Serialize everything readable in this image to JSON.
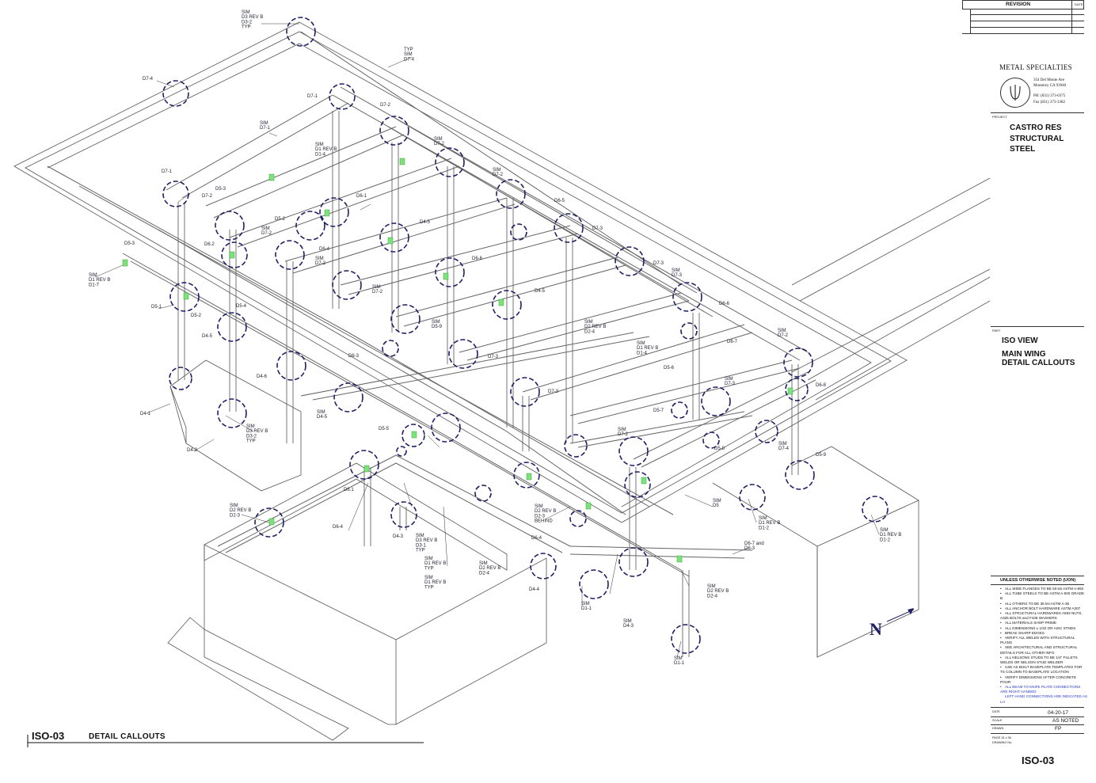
{
  "title_block": {
    "revision_header": "REVISION",
    "date_header": "DATE",
    "company_name": "METAL SPECIALTIES",
    "address_line1": "354 Del Monte Ave",
    "address_line2": "Monterey CA 93940",
    "phone": "PH: (831) 373-0375",
    "fax": "Fax (831) 373-3382",
    "project_label": "PROJECT",
    "project_lines": [
      "CASTRO RES",
      "STRUCTURAL",
      "STEEL"
    ],
    "part_label": "PART",
    "part_lines": [
      "ISO VIEW",
      "MAIN WING",
      "DETAIL CALLOUTS"
    ],
    "notes_header": "UNLESS OTHERWISE NOTED   (UON)",
    "notes": [
      "ALL WIDE FLANGES TO BE 50 ksi ASTM  A-992",
      "ALL TUBE STEELS TO BE ASTM A-500 GRADE B",
      "ALL OTHERS TO BE 36 ksi ASTM  A-36",
      "ALL ANCHOR BOLT HARDWARE ASTM A307",
      "ALL STRUCTURAL HARDWARES A563 NUTS, A325 BOLTS and F436 WASHERS",
      "ALL MATERIALS  SHOP PRIME",
      "ALL DIMENSIONS ± 1/32 OR AISC STNDS",
      "BREAK SHARP EDGES",
      "VERIFY ALL WELDS WITH STRUCTURAL PLANS",
      "SEE ARCHITECTURAL AND STRUCTURAL DETAILS FOR ALL OTHER INFO",
      "ALL NELSONS STUDS TO BE 1/4\" FILLETS WELDS OR NELSON STUD WELDER",
      "USE AS BUILT BASEPLATE TEMPLATES FOR TS COLUMN TO BASEPLATE LOCATION",
      "VERIFY DIMENSIONS AFTER CONCRETE POUR"
    ],
    "notes_blue": [
      "ALL BEAM TO KNIFE PLATE CONNECTIONS ARE RIGHT HANDED",
      "LEFT HAND CONNECTIONS ARE INDICATED AS LH"
    ],
    "date_label": "DATE",
    "date_value": "04-20-17",
    "scale_label": "SCALE",
    "scale_value": "AS NOTED",
    "drawn_label": "DRAWN",
    "drawn_value": "FP",
    "page_label": "PAGE 24 x 36",
    "drawing_no_label": "DRAWING  No.",
    "drawing_no": "ISO-03"
  },
  "view_title": {
    "sheet_id": "ISO-03",
    "name": "DETAIL CALLOUTS"
  },
  "north_arrow": {
    "letter": "N"
  },
  "callouts": [
    {
      "id": "c01",
      "lines": [
        "SIM",
        "D3 REV B",
        "D3-2",
        "TYP"
      ]
    },
    {
      "id": "c02",
      "lines": [
        "TYP",
        "SIM",
        "D7-4"
      ]
    },
    {
      "id": "c03",
      "lines": [
        "D7-4"
      ]
    },
    {
      "id": "c04",
      "lines": [
        "D7-1"
      ]
    },
    {
      "id": "c05",
      "lines": [
        "SIM",
        "D7-1"
      ]
    },
    {
      "id": "c06",
      "lines": [
        "D7-2"
      ]
    },
    {
      "id": "c07",
      "lines": [
        "SIM",
        "D7-2"
      ]
    },
    {
      "id": "c08",
      "lines": [
        "SIM",
        "D1 REV B",
        "D1-4"
      ]
    },
    {
      "id": "c09",
      "lines": [
        "D7-1"
      ]
    },
    {
      "id": "c10",
      "lines": [
        "D5-3"
      ]
    },
    {
      "id": "c11",
      "lines": [
        "D7-2"
      ]
    },
    {
      "id": "c12",
      "lines": [
        "D6-1"
      ]
    },
    {
      "id": "c13",
      "lines": [
        "SIM",
        "D7-2"
      ]
    },
    {
      "id": "c14",
      "lines": [
        "D5-2"
      ]
    },
    {
      "id": "c15",
      "lines": [
        "SIM",
        "D7-2"
      ]
    },
    {
      "id": "c16",
      "lines": [
        "D6-5"
      ]
    },
    {
      "id": "c17",
      "lines": [
        "D4-5"
      ]
    },
    {
      "id": "c18",
      "lines": [
        "D7-3"
      ]
    },
    {
      "id": "c19",
      "lines": [
        "D6.2"
      ]
    },
    {
      "id": "c20",
      "lines": [
        "D6-4"
      ]
    },
    {
      "id": "c21",
      "lines": [
        "SIM",
        "D7-2"
      ]
    },
    {
      "id": "c22",
      "lines": [
        "D6-6"
      ]
    },
    {
      "id": "c23",
      "lines": [
        "D5-3"
      ]
    },
    {
      "id": "c24",
      "lines": [
        "SIM",
        "D1 REV B",
        "D1-7"
      ]
    },
    {
      "id": "c25",
      "lines": [
        "D7-3"
      ]
    },
    {
      "id": "c26",
      "lines": [
        "SIM",
        "D7-3"
      ]
    },
    {
      "id": "c27",
      "lines": [
        "SIM",
        "D7-2"
      ]
    },
    {
      "id": "c28",
      "lines": [
        "D4-5"
      ]
    },
    {
      "id": "c29",
      "lines": [
        "D6-6"
      ]
    },
    {
      "id": "c30",
      "lines": [
        "D5-1"
      ]
    },
    {
      "id": "c31",
      "lines": [
        "D5-4"
      ]
    },
    {
      "id": "c32",
      "lines": [
        "D5-2"
      ]
    },
    {
      "id": "c33",
      "lines": [
        "SIM",
        "D5-9"
      ]
    },
    {
      "id": "c34",
      "lines": [
        "SIM",
        "D2 REV B",
        "D2-4"
      ]
    },
    {
      "id": "c35",
      "lines": [
        "SIM",
        "D1 REV B",
        "D1-4"
      ]
    },
    {
      "id": "c36",
      "lines": [
        "D6-7"
      ]
    },
    {
      "id": "c37",
      "lines": [
        "SIM",
        "D7-2"
      ]
    },
    {
      "id": "c38",
      "lines": [
        "D4-5"
      ]
    },
    {
      "id": "c39",
      "lines": [
        "D6-3"
      ]
    },
    {
      "id": "c40",
      "lines": [
        "D7-3"
      ]
    },
    {
      "id": "c41",
      "lines": [
        "D5-6"
      ]
    },
    {
      "id": "c42",
      "lines": [
        "D4-6"
      ]
    },
    {
      "id": "c43",
      "lines": [
        "D6-8"
      ]
    },
    {
      "id": "c44",
      "lines": [
        "D4-1"
      ]
    },
    {
      "id": "c45",
      "lines": [
        "SIM",
        "D4-5"
      ]
    },
    {
      "id": "c46",
      "lines": [
        "D7-3"
      ]
    },
    {
      "id": "c47",
      "lines": [
        "SIM",
        "D7-3"
      ]
    },
    {
      "id": "c48",
      "lines": [
        "SIM",
        "D3 REV B",
        "D3-2",
        "TYP"
      ]
    },
    {
      "id": "c49",
      "lines": [
        "D5-5"
      ]
    },
    {
      "id": "c50",
      "lines": [
        "D5-7"
      ]
    },
    {
      "id": "c51",
      "lines": [
        "SIM",
        "D7-2"
      ]
    },
    {
      "id": "c52",
      "lines": [
        "D4-2"
      ]
    },
    {
      "id": "c53",
      "lines": [
        "D5-8"
      ]
    },
    {
      "id": "c54",
      "lines": [
        "SIM",
        "D7-4"
      ]
    },
    {
      "id": "c55",
      "lines": [
        "D5-9"
      ]
    },
    {
      "id": "c56",
      "lines": [
        "D6.1"
      ]
    },
    {
      "id": "c57",
      "lines": [
        "SIM",
        "D2 REV B",
        "D2-3"
      ]
    },
    {
      "id": "c58",
      "lines": [
        "SIM",
        "D2 REV B",
        "D2-3",
        "BEHIND"
      ]
    },
    {
      "id": "c59",
      "lines": [
        "SIM",
        "D5"
      ]
    },
    {
      "id": "c60",
      "lines": [
        "SIM",
        "D1 REV B",
        "D1-2"
      ]
    },
    {
      "id": "c61",
      "lines": [
        "SIM",
        "D1 REV B",
        "D1-2"
      ]
    },
    {
      "id": "c62",
      "lines": [
        "D6-4"
      ]
    },
    {
      "id": "c63",
      "lines": [
        "D4-3"
      ]
    },
    {
      "id": "c64",
      "lines": [
        "SIM",
        "D3 REV B",
        "D3-1",
        "TYP"
      ]
    },
    {
      "id": "c65",
      "lines": [
        "D6-4"
      ]
    },
    {
      "id": "c66",
      "lines": [
        "SIM",
        "D1 REV B",
        "TYP"
      ]
    },
    {
      "id": "c67",
      "lines": [
        "SIM",
        "D2 REV B",
        "D2-4"
      ]
    },
    {
      "id": "c68",
      "lines": [
        "D6-7 and",
        "D6-3"
      ]
    },
    {
      "id": "c69",
      "lines": [
        "SIM",
        "D1 REV B",
        "TYP"
      ]
    },
    {
      "id": "c70",
      "lines": [
        "D4-4"
      ]
    },
    {
      "id": "c71",
      "lines": [
        "SIM",
        "D2 REV B",
        "D2-4"
      ]
    },
    {
      "id": "c72",
      "lines": [
        "SIM",
        "D1-1"
      ]
    },
    {
      "id": "c73",
      "lines": [
        "SIM",
        "D4-3"
      ]
    },
    {
      "id": "c74",
      "lines": [
        "SIM",
        "D1-1"
      ]
    }
  ]
}
